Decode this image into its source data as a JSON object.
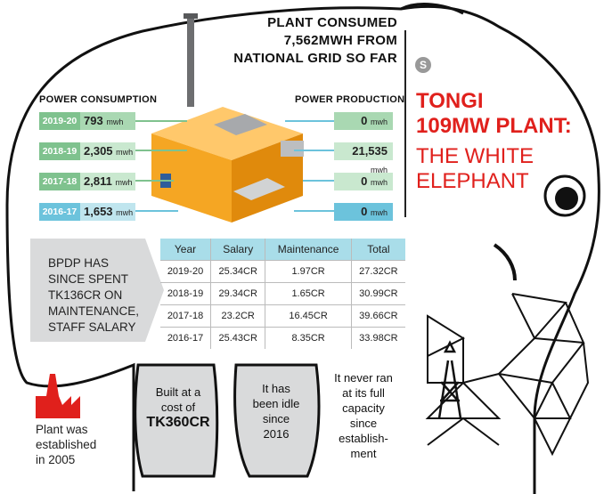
{
  "headline": [
    "PLANT CONSUMED",
    "7,562MWH FROM",
    "NATIONAL GRID SO FAR"
  ],
  "logo": "S",
  "title": {
    "line1": "TONGI",
    "line2": "109MW PLANT:",
    "line3": "THE WHITE",
    "line4": "ELEPHANT"
  },
  "power_consumption": {
    "label": "POWER CONSUMPTION",
    "rows": [
      {
        "year": "2019-20",
        "value": "793",
        "unit": "mwh"
      },
      {
        "year": "2018-19",
        "value": "2,305",
        "unit": "mwh"
      },
      {
        "year": "2017-18",
        "value": "2,811",
        "unit": "mwh"
      },
      {
        "year": "2016-17",
        "value": "1,653",
        "unit": "mwh"
      }
    ]
  },
  "power_production": {
    "label": "POWER PRODUCTION",
    "rows": [
      {
        "value": "0",
        "unit": "mwh"
      },
      {
        "value": "21,535",
        "unit": "mwh"
      },
      {
        "value": "0",
        "unit": "mwh"
      },
      {
        "value": "0",
        "unit": "mwh"
      }
    ]
  },
  "bpdp_note": [
    "BPDP HAS",
    "SINCE SPENT",
    "TK136CR ON",
    "MAINTENANCE,",
    "STAFF SALARY"
  ],
  "expense_table": {
    "headers": [
      "Year",
      "Salary",
      "Maintenance",
      "Total"
    ],
    "rows": [
      [
        "2019-20",
        "25.34CR",
        "1.97CR",
        "27.32CR"
      ],
      [
        "2018-19",
        "29.34CR",
        "1.65CR",
        "30.99CR"
      ],
      [
        "2017-18",
        "23.2CR",
        "16.45CR",
        "39.66CR"
      ],
      [
        "2016-17",
        "25.43CR",
        "8.35CR",
        "33.98CR"
      ]
    ]
  },
  "established": [
    "Plant was",
    "established",
    "in 2005"
  ],
  "cost": {
    "line1": "Built at a",
    "line2": "cost of",
    "amount": "TK360CR"
  },
  "idle": [
    "It has",
    "been idle",
    "since",
    "2016"
  ],
  "capacity": [
    "It never ran",
    "at its full",
    "capacity",
    "since",
    "establish-",
    "ment"
  ],
  "colors": {
    "red": "#e0201c",
    "green": "#7fc28e",
    "blue": "#6cc3dc",
    "orange": "#f5a623",
    "grey": "#d9dadb"
  }
}
